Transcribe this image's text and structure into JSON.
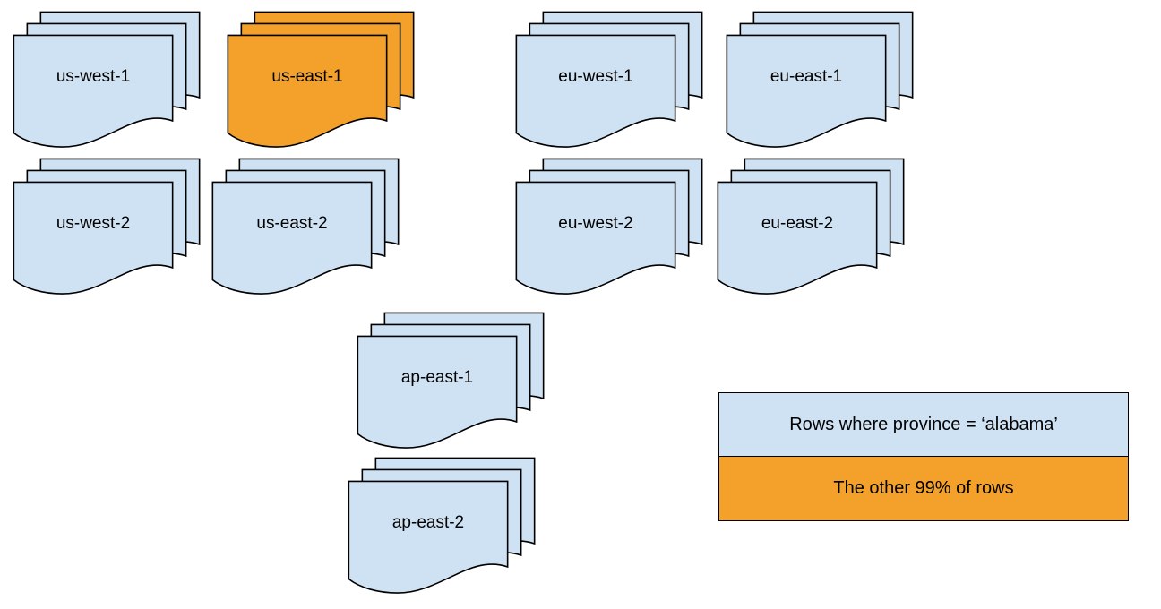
{
  "diagram": {
    "description": "Stacked document icons representing data shards per cloud region",
    "colors": {
      "page_blue": "#cfe2f3",
      "page_orange": "#f4a12b",
      "stroke": "#000000"
    },
    "stacks": [
      {
        "label": "us-west-1",
        "highlighted": false
      },
      {
        "label": "us-east-1",
        "highlighted": true
      },
      {
        "label": "eu-west-1",
        "highlighted": false
      },
      {
        "label": "eu-east-1",
        "highlighted": false
      },
      {
        "label": "us-west-2",
        "highlighted": false
      },
      {
        "label": "us-east-2",
        "highlighted": false
      },
      {
        "label": "eu-west-2",
        "highlighted": false
      },
      {
        "label": "eu-east-2",
        "highlighted": false
      },
      {
        "label": "ap-east-1",
        "highlighted": false
      },
      {
        "label": "ap-east-2",
        "highlighted": false
      }
    ],
    "legend": {
      "items": [
        {
          "label": "Rows where province = ‘alabama’",
          "color": "#cfe2f3"
        },
        {
          "label": "The other 99% of rows",
          "color": "#f4a12b"
        }
      ]
    }
  }
}
